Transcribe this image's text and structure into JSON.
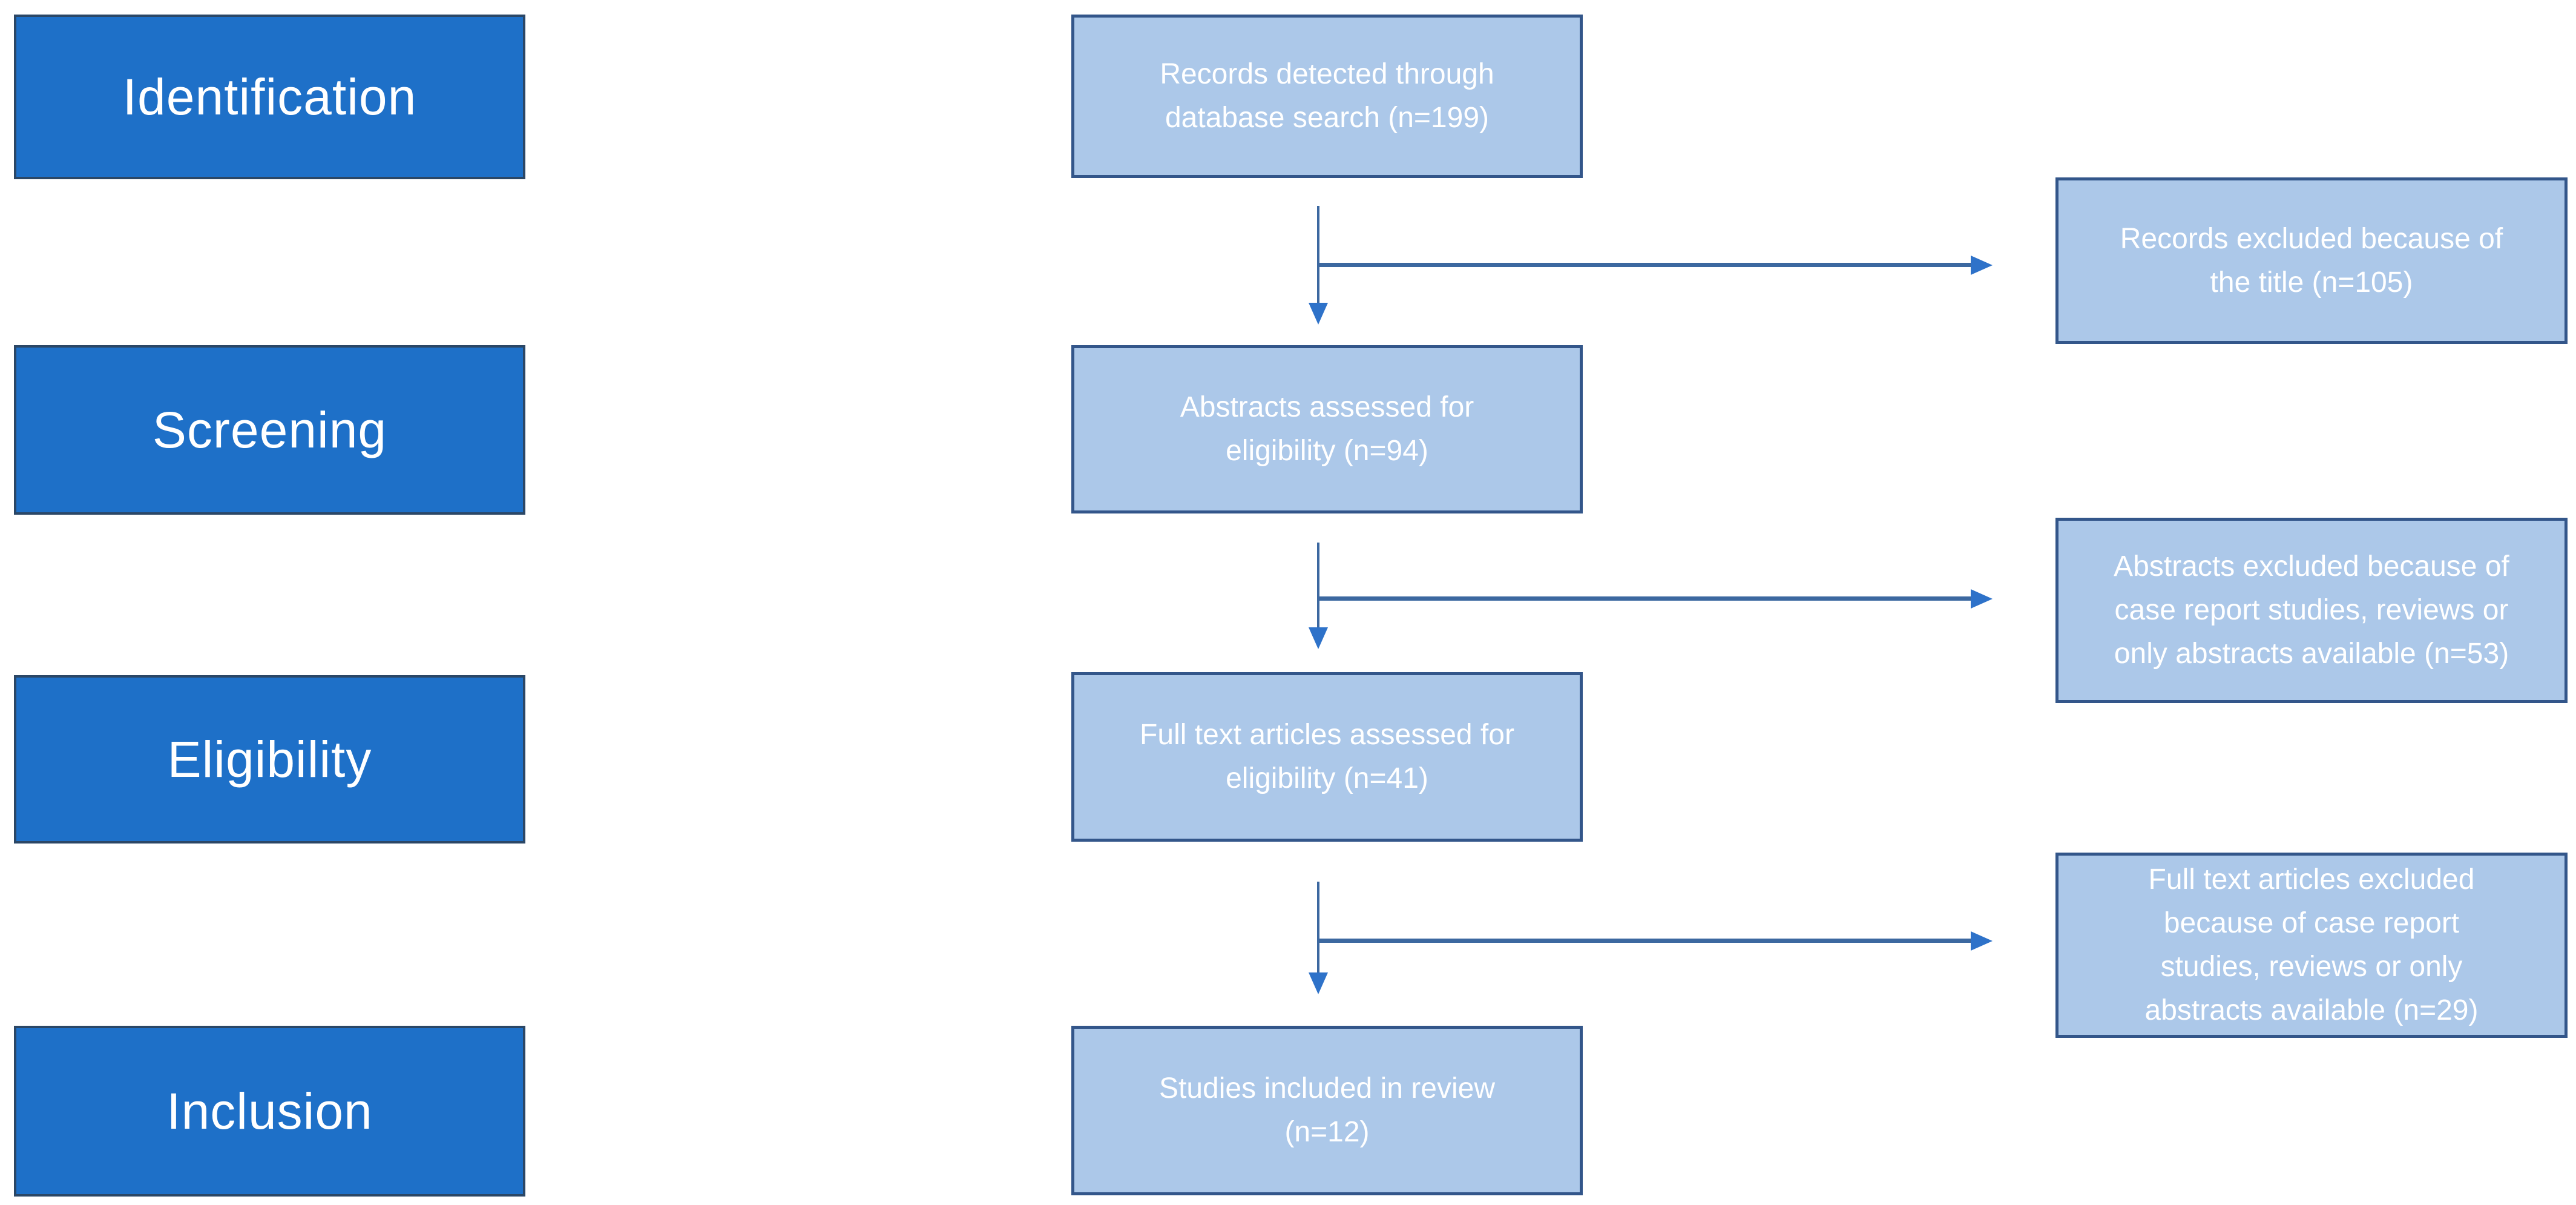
{
  "stages": [
    {
      "label": "Identification"
    },
    {
      "label": "Screening"
    },
    {
      "label": "Eligibility"
    },
    {
      "label": "Inclusion"
    }
  ],
  "flow": [
    {
      "text": "Records detected through\ndatabase search (n=199)"
    },
    {
      "text": "Abstracts assessed for\neligibility (n=94)"
    },
    {
      "text": "Full text articles assessed for\neligibility (n=41)"
    },
    {
      "text": "Studies included in review\n(n=12)"
    }
  ],
  "exclusions": [
    {
      "text": "Records excluded because of\nthe title (n=105)"
    },
    {
      "text": "Abstracts excluded because of\ncase report studies, reviews or\nonly abstracts available (n=53)"
    },
    {
      "text": "Full text articles excluded\nbecause of case report\nstudies, reviews or only\nabstracts available (n=29)"
    }
  ],
  "counts": {
    "identified": 199,
    "abstracts_assessed": 94,
    "full_text_assessed": 41,
    "included": 12,
    "excluded_title": 105,
    "excluded_abstracts": 53,
    "excluded_full_text": 29
  },
  "colors": {
    "stage_fill": "#1e70c8",
    "stage_border": "#2b4766",
    "node_fill": "#acc8e9",
    "node_border": "#33568a",
    "arrow_line": "#3c68a0",
    "arrow_head": "#2e72c9",
    "text_color": "#ffffff"
  }
}
